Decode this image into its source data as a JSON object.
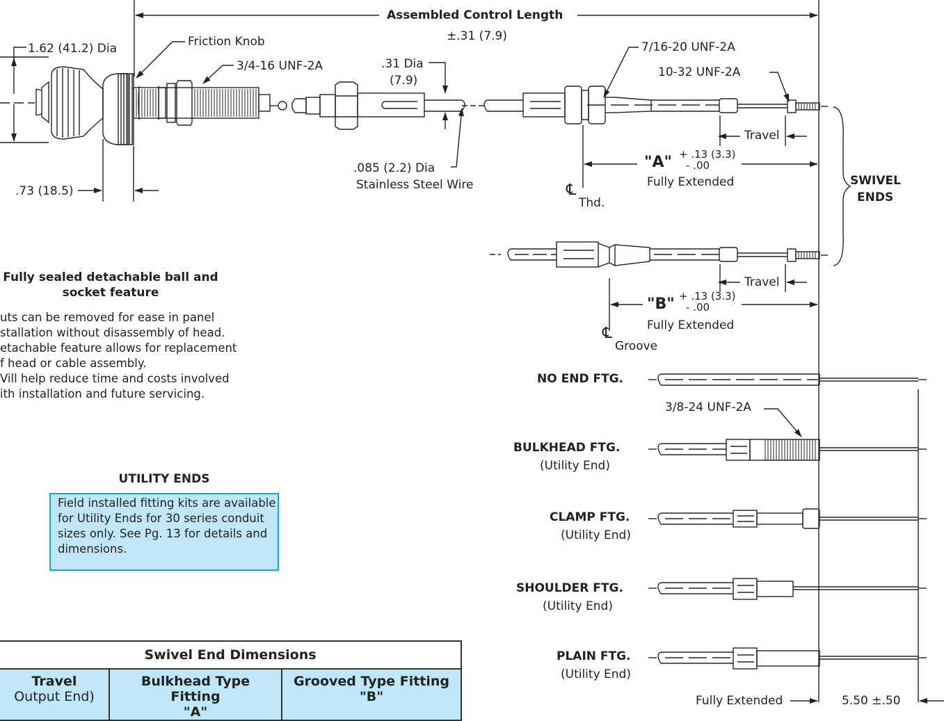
{
  "labels": {
    "assembled_length": "Assembled Control Length",
    "assembled_tolerance": "±.31 (7.9)",
    "knob_dia": "1.62 (41.2) Dia",
    "friction_knob": "Friction Knob",
    "thread_head": "3/4-16 UNF-2A",
    "dia_31": ".31 Dia",
    "dia_31_mm": "(7.9)",
    "thread_716": "7/16-20 UNF-2A",
    "thread_1032": "10-32 UNF-2A",
    "travel_a": "Travel",
    "travel_b": "Travel",
    "dim_73": ".73 (18.5)",
    "wire_dia": ".085 (2.2) Dia",
    "wire_desc": "Stainless Steel Wire",
    "a_letter": "\"A\"",
    "a_tol_plus": "+ .13 (3.3)",
    "a_tol_minus": "- .00",
    "a_fully_ext": "Fully Extended",
    "cl_thd_sym": "℄",
    "cl_thd": "Thd.",
    "swivel_ends_1": "SWIVEL",
    "swivel_ends_2": "ENDS",
    "b_letter": "\"B\"",
    "b_tol_plus": "+ .13 (3.3)",
    "b_tol_minus": "- .00",
    "b_fully_ext": "Fully Extended",
    "cl_groove_sym": "℄",
    "cl_groove": "Groove",
    "no_end": "NO END FTG.",
    "thread_38": "3/8-24 UNF-2A",
    "bulkhead": "BULKHEAD FTG.",
    "bulkhead_sub": "(Utility End)",
    "clamp": "CLAMP FTG.",
    "clamp_sub": "(Utility End)",
    "shoulder": "SHOULDER FTG.",
    "shoulder_sub": "(Utility End)",
    "plain": "PLAIN FTG.",
    "plain_sub": "(Utility End)",
    "bottom_fully_ext": "Fully Extended",
    "dim_550": "5.50 ±.50"
  },
  "feature_note": {
    "title_1": "Fully sealed detachable ball and",
    "title_2": "socket feature",
    "lines": [
      "uts can be removed for ease in panel",
      "stallation without disassembly of head.",
      "etachable feature allows for replacement",
      "f head or cable assembly.",
      "Vill help reduce time and costs involved",
      "ith installation and future servicing."
    ]
  },
  "utility_ends": {
    "title": "UTILITY ENDS",
    "lines": [
      "Field installed fitting kits are available",
      "for Utility Ends for 30 series conduit",
      "sizes only. See Pg. 13 for details and",
      "dimensions."
    ]
  },
  "swivel_table": {
    "title": "Swivel End Dimensions",
    "col1": "Travel",
    "col1_sub": "Output End)",
    "col2": "Bulkhead Type Fitting",
    "col2_sub": "\"A\"",
    "col3": "Grooved Type Fitting",
    "col3_sub": "\"B\""
  },
  "colors": {
    "line": "#222222",
    "box_fill": "#bfe7f7",
    "box_border": "#1aa3dc"
  }
}
